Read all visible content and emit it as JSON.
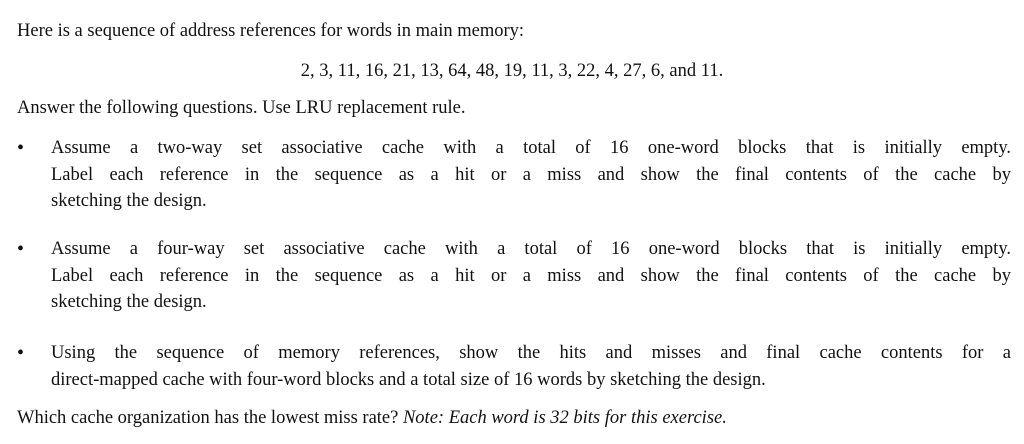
{
  "intro": "Here is a sequence of address references for words in main memory:",
  "sequence": "2, 3, 11, 16, 21, 13, 64, 48, 19, 11, 3, 22, 4, 27, 6, and 11.",
  "instruction": "Answer the following questions. Use LRU replacement rule.",
  "bullets": [
    {
      "lines": [
        "Assume a two-way set associative cache with a total of 16 one-word blocks that is initially empty.",
        "Label each reference in the sequence as a hit or a miss and show the final contents of the cache by",
        "sketching the design."
      ]
    },
    {
      "lines": [
        "Assume a four-way set associative cache with a total of 16 one-word blocks that is initially empty.",
        "Label each reference in the sequence as a hit or a miss and show the final contents of the cache by",
        "sketching the design."
      ]
    },
    {
      "lines": [
        "Using the sequence of memory references, show the hits and misses and final cache contents for a",
        "direct-mapped cache with four-word blocks and a total size of 16 words by sketching the design."
      ]
    }
  ],
  "bullet_glyph": "•",
  "question": "Which cache organization has the lowest miss rate?",
  "note": "Note: Each word is 32 bits for this exercise."
}
